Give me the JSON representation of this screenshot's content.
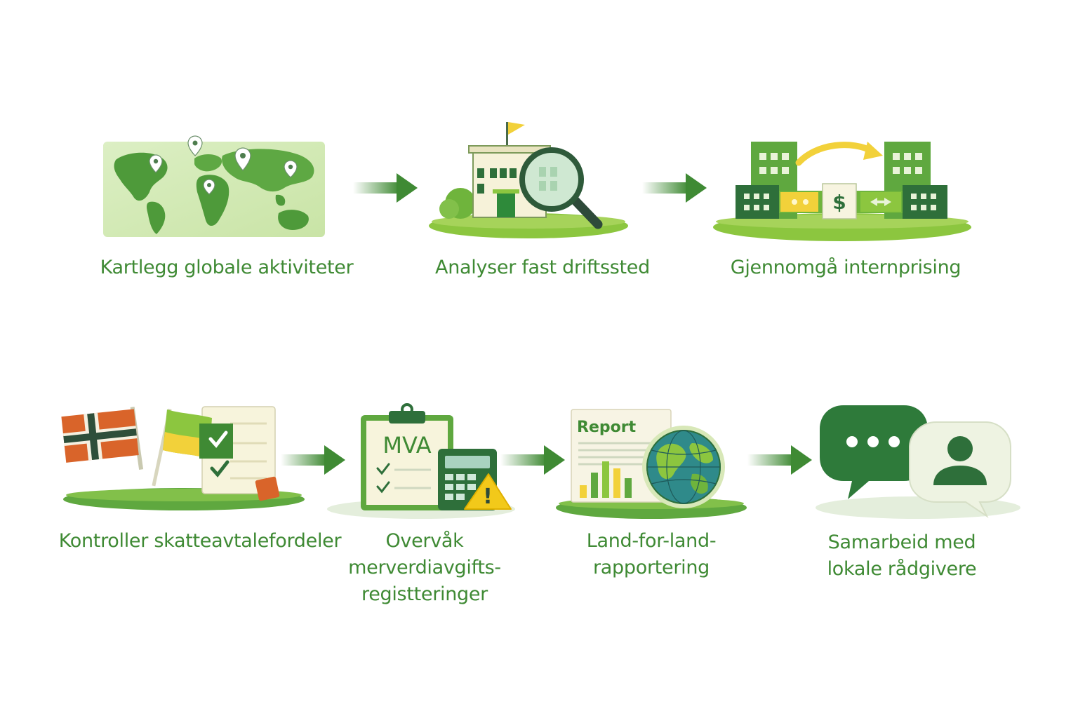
{
  "steps": [
    {
      "label": "Kartlegg globale aktiviteter",
      "icon": "world-map-pins-icon"
    },
    {
      "label": "Analyser fast driftssted",
      "icon": "building-magnifier-icon"
    },
    {
      "label": "Gjennomgå internprising",
      "icon": "buildings-transfer-icon"
    },
    {
      "label": "Kontroller skatteavtalefordeler",
      "icon": "flags-checklist-icon"
    },
    {
      "label_lines": [
        "Overvåk",
        "merverdiavgifts-",
        "registteringer"
      ],
      "icon": "mva-clipboard-calculator-icon"
    },
    {
      "label_lines": [
        "Land-for-land-",
        "rapportering"
      ],
      "icon": "report-globe-icon"
    },
    {
      "label_lines": [
        "Samarbeid med",
        "lokale rådgivere"
      ],
      "icon": "chat-advisor-icon"
    }
  ],
  "icon_text": {
    "mva": "MVA",
    "report": "Report",
    "dollar": "$",
    "warning": "!"
  },
  "colors": {
    "label": "#3f8a34",
    "dark_green": "#2e6f3a",
    "mid_green": "#5fa83f",
    "light_green": "#8cc63f",
    "yellow": "#f2d13a",
    "orange": "#d9642a"
  }
}
